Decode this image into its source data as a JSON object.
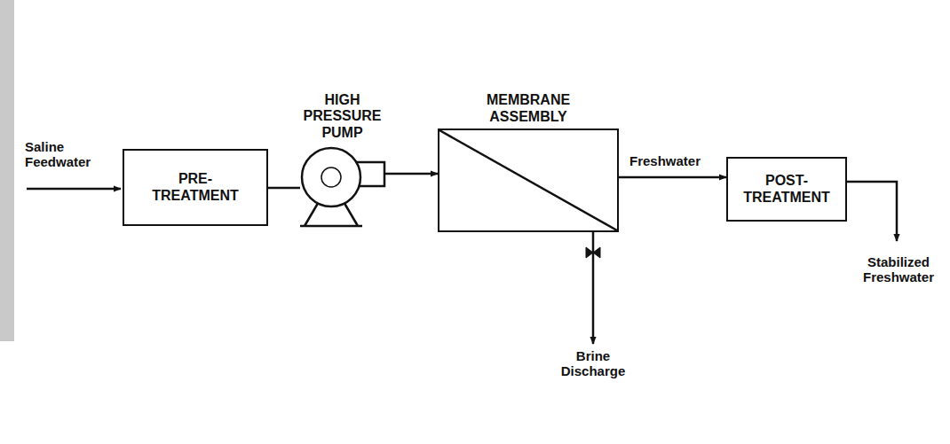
{
  "diagram": {
    "nodes": [
      {
        "text": [
          "PRE- TREATMENT"
        ]
      },
      {
        "text": [
          "HIGH PRESSURE PUMP"
        ]
      },
      {
        "text": [
          "MEMBRANE ASSEMBLY"
        ]
      },
      {
        "text": [
          "POST- TREATMENT"
        ]
      }
    ],
    "edges": [
      {
        "from": 0,
        "to": 1,
        "arrow": "none"
      },
      {
        "from": 1,
        "to": 2,
        "arrow": "to"
      },
      {
        "from": 2,
        "to": 3,
        "label": "Freshwater",
        "arrow": "to"
      }
    ],
    "labels": [
      "Saline Feedwater",
      "Brine Discharge",
      "Stabilized Freshwater"
    ]
  }
}
